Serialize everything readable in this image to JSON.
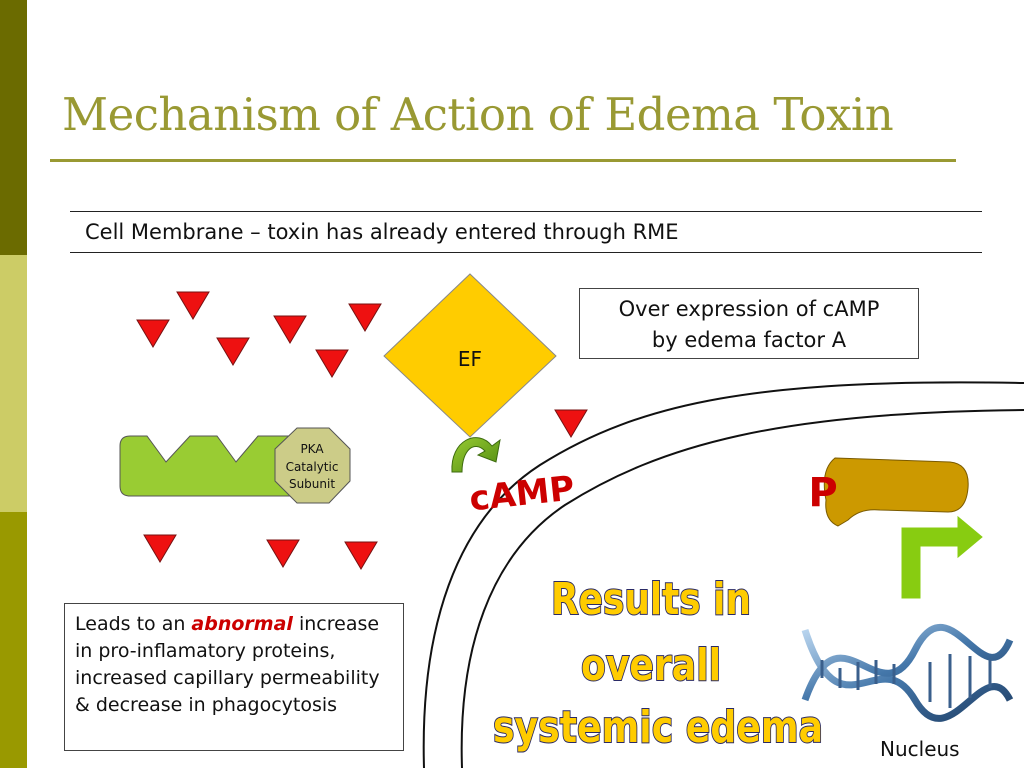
{
  "title": "Mechanism of Action of Edema Toxin",
  "membrane_label": "Cell Membrane – toxin has already entered through RME",
  "ef_label": "EF",
  "camp_box": {
    "line1": "Over expression of cAMP",
    "line2": "by edema factor A"
  },
  "pka_label": {
    "line1": "PKA",
    "line2": "Catalytic",
    "line3": "Subunit"
  },
  "camp_label": "cAMP",
  "p_label": "P",
  "results": {
    "line1": "Results in",
    "line2": "overall",
    "line3": "systemic edema"
  },
  "leads_box": {
    "before": "Leads to an ",
    "emphasis": "abnormal",
    "after": " increase in pro-inflamatory proteins, increased capillary permeability & decrease in phagocytosis"
  },
  "nucleus_label": "Nucleus",
  "colors": {
    "title": "#999933",
    "sidebar_dark": "#6b6b00",
    "sidebar_light": "#cccc66",
    "sidebar_mid": "#999900",
    "triangle": "#ee1111",
    "ef_diamond": "#ffcc00",
    "pka_bar": "#99cc33",
    "pka_octagon": "#cccc88",
    "camp_text": "#cc0000",
    "p_shape": "#cc9900",
    "results_fill": "#ffcc00",
    "results_outline": "#2a2a66",
    "arrow_green": "#88cc11",
    "dna": "#4477aa"
  },
  "icons": [
    "curved-arrow-icon",
    "bent-arrow-icon",
    "dna-helix-icon"
  ]
}
